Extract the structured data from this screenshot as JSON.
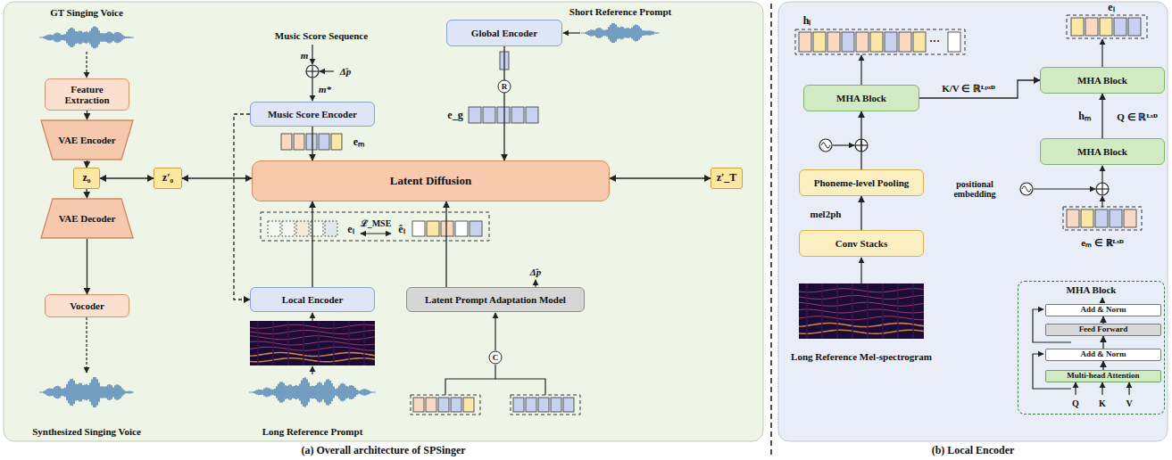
{
  "diagram": {
    "nodes": [
      {
        "text": [
          "(a) Overall architecture of SPSinger"
        ]
      },
      {
        "text": [
          "(b) Local Encoder"
        ]
      },
      {
        "text": [
          "Feature Extraction"
        ],
        "in": 0
      },
      {
        "text": [
          "VAE Encoder"
        ],
        "in": 0
      },
      {
        "text": [
          "z₀"
        ],
        "in": 0
      },
      {
        "text": [
          "VAE Decoder"
        ],
        "in": 0
      },
      {
        "text": [
          "Vocoder"
        ],
        "in": 0
      },
      {
        "text": [
          "Music Score Encoder"
        ],
        "in": 0
      },
      {
        "text": [
          "Global Encoder"
        ],
        "in": 0
      },
      {
        "text": [
          "z′₀"
        ],
        "in": 0
      },
      {
        "text": [
          "Latent Diffusion"
        ],
        "in": 0
      },
      {
        "text": [
          "z′_T"
        ],
        "in": 0
      },
      {
        "text": [
          "Local Encoder"
        ],
        "in": 0
      },
      {
        "text": [
          "Latent Prompt Adaptation Model"
        ],
        "in": 0
      },
      {
        "text": [
          "MHA Block"
        ],
        "in": 1
      },
      {
        "text": [
          "MHA Block"
        ],
        "in": 1
      },
      {
        "text": [
          "MHA Block"
        ],
        "in": 1
      },
      {
        "text": [
          "Phoneme-level Pooling"
        ],
        "in": 1
      },
      {
        "text": [
          "Conv Stacks"
        ],
        "in": 1
      },
      {
        "text": [
          "MHA Block"
        ],
        "in": 1
      },
      {
        "text": [
          "Add & Norm"
        ],
        "in": 19
      },
      {
        "text": [
          "Feed Forward"
        ],
        "in": 19
      },
      {
        "text": [
          "Add & Norm"
        ],
        "in": 19
      },
      {
        "text": [
          "Multi-head Attention"
        ],
        "in": 19
      }
    ],
    "edges": [
      {
        "from": 2,
        "to": 3,
        "arrow": "to"
      },
      {
        "from": 3,
        "to": 4,
        "arrow": "to"
      },
      {
        "from": 4,
        "to": 5,
        "arrow": "to"
      },
      {
        "from": 5,
        "to": 6,
        "arrow": "to"
      },
      {
        "from": 4,
        "to": 9,
        "arrow": "both"
      },
      {
        "from": 9,
        "to": 10,
        "arrow": "both"
      },
      {
        "from": 11,
        "to": 10,
        "arrow": "both"
      },
      {
        "from": 7,
        "to": 10,
        "arrow": "to"
      },
      {
        "from": 8,
        "to": 10,
        "arrow": "to"
      },
      {
        "from": 12,
        "to": 10,
        "arrow": "to"
      },
      {
        "from": 13,
        "to": 10,
        "arrow": "to"
      },
      {
        "from": 7,
        "to": 12,
        "arrow": "to"
      },
      {
        "from": 18,
        "to": 17,
        "arrow": "to"
      },
      {
        "from": 17,
        "to": 15,
        "arrow": "to"
      },
      {
        "from": 15,
        "to": 14,
        "arrow": "to"
      },
      {
        "from": 16,
        "to": 14,
        "arrow": "to"
      },
      {
        "from": 23,
        "to": 22,
        "arrow": "to"
      },
      {
        "from": 22,
        "to": 21,
        "arrow": "to"
      },
      {
        "from": 21,
        "to": 20,
        "arrow": "to"
      }
    ],
    "labels": [
      "GT Singing Voice",
      "Synthesized Singing Voice",
      "Music Score Sequence",
      "m",
      "m*",
      "Δ̂p",
      "eₘ",
      "Short Reference Prompt",
      "R",
      "e_g",
      "eₗ",
      "ℒ_MSE",
      "êₗ",
      "Δ̂p",
      "Long Reference Prompt",
      "C",
      "eₗ",
      "hₗ",
      "···",
      "K/V ∈ ℝᴸᵖˣᴰ",
      "Q ∈ ℝᴸˣᴰ",
      "hₘ",
      "positional embedding",
      "eₘ ∈ ℝᴸˣᴰ",
      "mel2ph",
      "Long Reference Mel-spectrogram",
      "Q",
      "K",
      "V"
    ]
  }
}
